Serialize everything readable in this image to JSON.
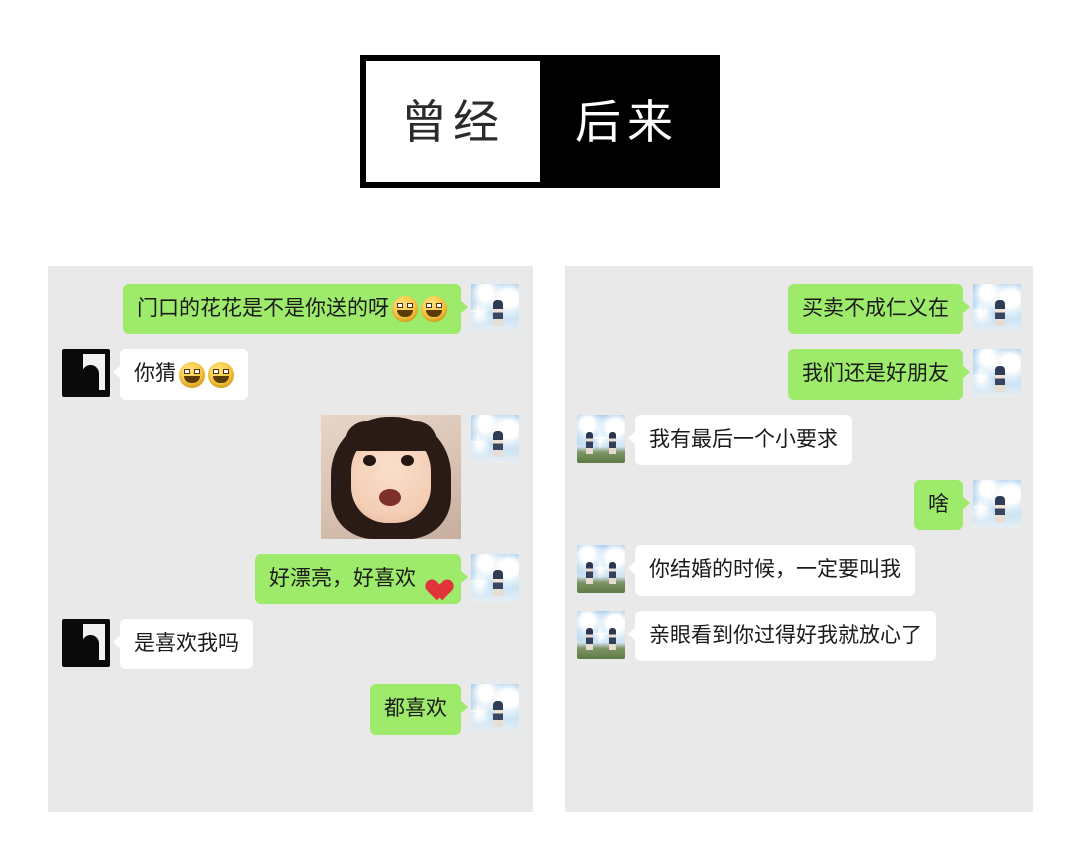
{
  "header": {
    "before_label": "曾经",
    "after_label": "后来"
  },
  "colors": {
    "page_background": "#ffffff",
    "panel_background": "#e9e9e9",
    "outgoing_bubble": "#9eea6a",
    "incoming_bubble": "#ffffff",
    "header_border": "#000000",
    "header_after_background": "#000000",
    "text": "#1a1a1a"
  },
  "left_panel": {
    "label": "曾经",
    "messages": [
      {
        "direction": "outgoing",
        "type": "text",
        "text": "门口的花花是不是你送的呀",
        "emojis": [
          "grin-emoji",
          "grin-emoji"
        ],
        "avatar": "sky-girl-avatar"
      },
      {
        "direction": "incoming",
        "type": "text",
        "text": "你猜",
        "emojis": [
          "grin-emoji",
          "grin-emoji"
        ],
        "avatar": "dark-silhouette-avatar"
      },
      {
        "direction": "outgoing",
        "type": "sticker",
        "text": "",
        "emojis": [],
        "avatar": "sky-girl-avatar",
        "sticker": "little-girl-photo-sticker"
      },
      {
        "direction": "outgoing",
        "type": "text",
        "text": "好漂亮，好喜欢",
        "emojis": [
          "red-heart-emoji"
        ],
        "avatar": "sky-girl-avatar"
      },
      {
        "direction": "incoming",
        "type": "text",
        "text": "是喜欢我吗",
        "emojis": [],
        "avatar": "dark-silhouette-avatar"
      },
      {
        "direction": "outgoing",
        "type": "text",
        "text": "都喜欢",
        "emojis": [],
        "avatar": "sky-girl-avatar"
      }
    ]
  },
  "right_panel": {
    "label": "后来",
    "messages": [
      {
        "direction": "outgoing",
        "type": "text",
        "text": "买卖不成仁义在",
        "emojis": [],
        "avatar": "sky-girl-avatar"
      },
      {
        "direction": "outgoing",
        "type": "text",
        "text": "我们还是好朋友",
        "emojis": [],
        "avatar": "sky-girl-avatar"
      },
      {
        "direction": "incoming",
        "type": "text",
        "text": "我有最后一个小要求",
        "emojis": [],
        "avatar": "two-figures-field-avatar"
      },
      {
        "direction": "outgoing",
        "type": "text",
        "text": "啥",
        "emojis": [],
        "avatar": "sky-girl-avatar"
      },
      {
        "direction": "incoming",
        "type": "text",
        "text": "你结婚的时候，一定要叫我",
        "emojis": [],
        "avatar": "two-figures-field-avatar"
      },
      {
        "direction": "incoming",
        "type": "text",
        "text": "亲眼看到你过得好我就放心了",
        "emojis": [],
        "avatar": "two-figures-field-avatar"
      }
    ]
  }
}
